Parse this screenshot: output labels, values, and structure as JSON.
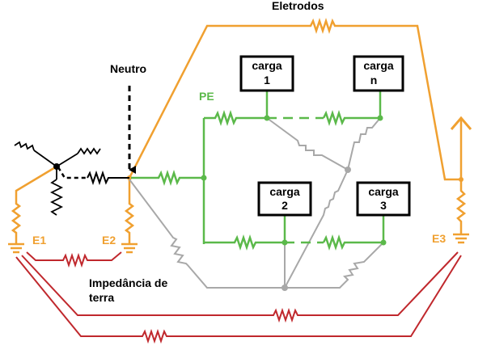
{
  "labels": {
    "electrodes": "Eletrodos",
    "neutral": "Neutro",
    "pe": "PE",
    "impedance_line1": "Impedância de",
    "impedance_line2": "terra",
    "e1": "E1",
    "e2": "E2",
    "e3": "E3"
  },
  "loads": [
    {
      "line1": "carga",
      "line2": "1"
    },
    {
      "line1": "carga",
      "line2": "n"
    },
    {
      "line1": "carga",
      "line2": "2"
    },
    {
      "line1": "carga",
      "line2": "3"
    }
  ],
  "colors": {
    "orange": "#f0a030",
    "green": "#5bb94a",
    "gray": "#a8a8a8",
    "red": "#c0282d",
    "black": "#000000"
  }
}
